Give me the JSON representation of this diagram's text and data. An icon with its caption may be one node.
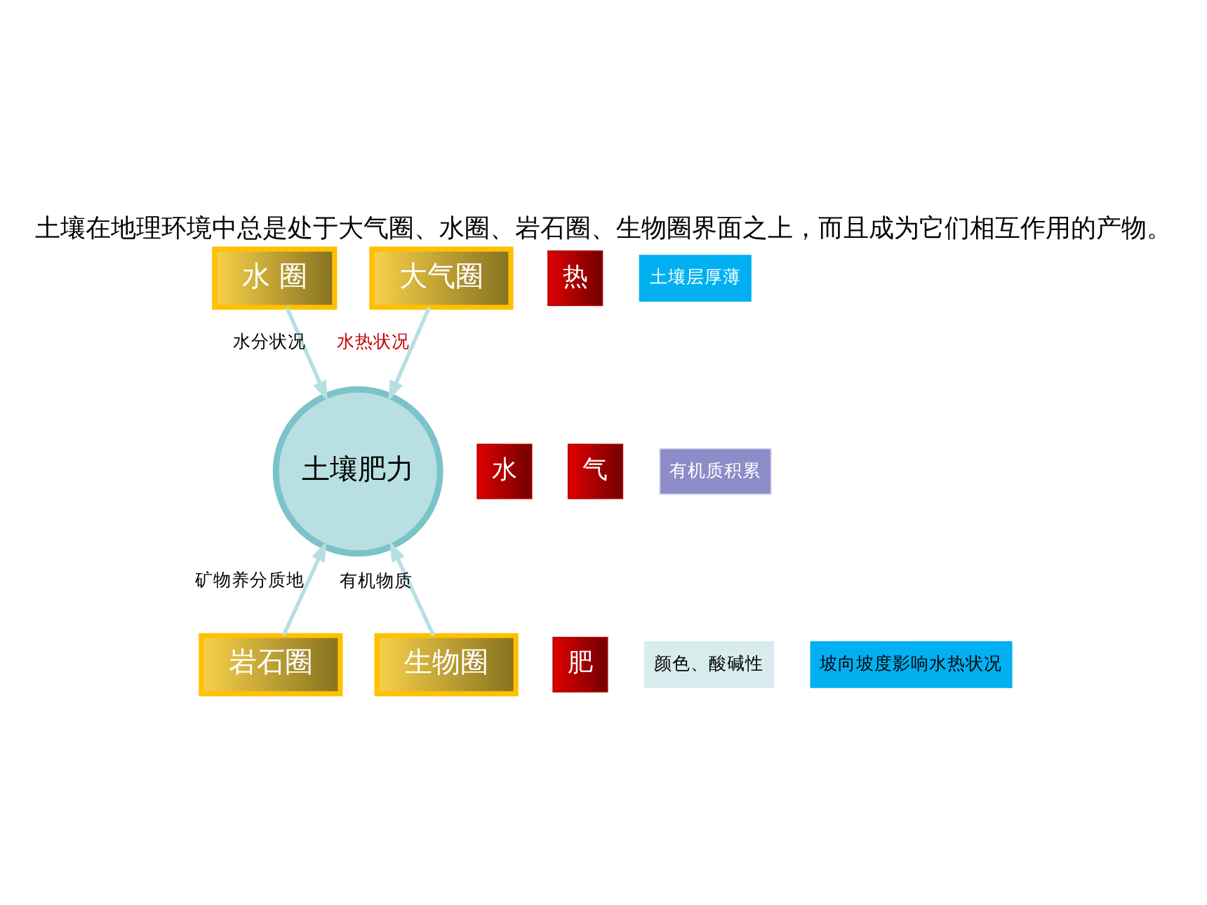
{
  "diagram": {
    "title": "土壤在地理环境中总是处于大气圈、水圈、岩石圈、生物圈界面之上，而且成为它们相互作用的产物。",
    "nodes": [
      {
        "text": [
          "水 圈"
        ]
      },
      {
        "text": [
          "大气圈"
        ]
      },
      {
        "text": [
          "热"
        ]
      },
      {
        "text": [
          "水"
        ]
      },
      {
        "text": [
          "土壤肥力"
        ]
      },
      {
        "text": [
          "气"
        ]
      },
      {
        "text": [
          "土壤层厚薄"
        ]
      },
      {
        "text": [
          "有机质积累"
        ]
      },
      {
        "text": [
          "肥"
        ]
      },
      {
        "text": [
          "颜色、酸碱性"
        ]
      },
      {
        "text": [
          "岩石圈"
        ]
      },
      {
        "text": [
          "坡向坡度影响水热状况"
        ]
      },
      {
        "text": [
          "生物圈"
        ]
      }
    ],
    "edges": [
      {
        "from": 0,
        "to": 4,
        "arrow": "to",
        "label": "水分状况"
      },
      {
        "from": 1,
        "to": 4,
        "arrow": "to",
        "label": "水热状况"
      },
      {
        "from": 10,
        "to": 4,
        "arrow": "to",
        "label": "矿物养分质地"
      },
      {
        "from": 12,
        "to": 4,
        "arrow": "to",
        "label": "有机物质"
      }
    ]
  }
}
